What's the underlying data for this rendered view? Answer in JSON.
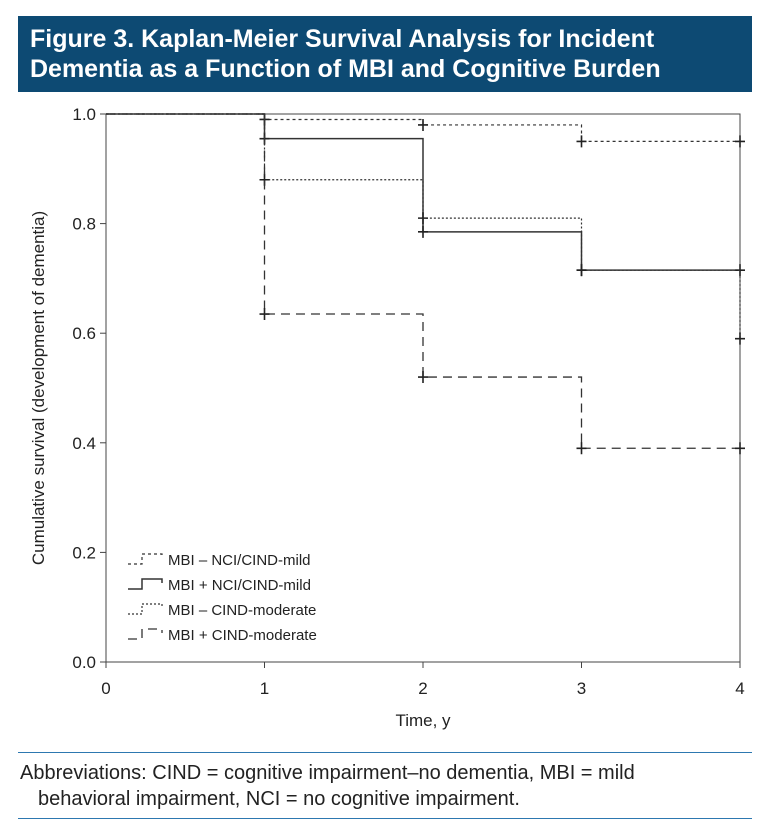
{
  "title": {
    "line1": "Figure 3. Kaplan-Meier Survival Analysis for Incident",
    "line2": "Dementia as a Function of MBI and Cognitive Burden"
  },
  "footnote": {
    "line1": "Abbreviations: CIND = cognitive impairment–no dementia, MBI = mild",
    "line2": "behavioral impairment, NCI = no cognitive impairment."
  },
  "colors": {
    "title_bg": "#0d4a73",
    "rule": "#2d78b0",
    "series": "#333333"
  },
  "chart_data": {
    "type": "line",
    "step": true,
    "xlabel": "Time, y",
    "ylabel": "Cumulative survival (development of dementia)",
    "xlim": [
      0,
      4
    ],
    "ylim": [
      0,
      1
    ],
    "xticks": [
      "0",
      "1",
      "2",
      "3",
      "4"
    ],
    "yticks": [
      "0.0",
      "0.2",
      "0.4",
      "0.6",
      "0.8",
      "1.0"
    ],
    "grid": false,
    "legend_position": "bottom-left",
    "series": [
      {
        "name": "MBI – NCI/CIND-mild",
        "dash": "3,3",
        "width": 1.2,
        "x": [
          0,
          1,
          2,
          3,
          4
        ],
        "y": [
          1.0,
          0.99,
          0.98,
          0.95,
          0.95
        ],
        "censored": [
          [
            1,
            0.99
          ],
          [
            2,
            0.98
          ],
          [
            3,
            0.95
          ],
          [
            4,
            0.95
          ]
        ]
      },
      {
        "name": "MBI + NCI/CIND-mild",
        "dash": "",
        "width": 1.5,
        "x": [
          0,
          1,
          2,
          3,
          4
        ],
        "y": [
          1.0,
          0.955,
          0.785,
          0.715,
          0.715
        ],
        "censored": [
          [
            1,
            0.955
          ],
          [
            2,
            0.785
          ],
          [
            3,
            0.715
          ],
          [
            4,
            0.715
          ]
        ]
      },
      {
        "name": "MBI – CIND-moderate",
        "dash": "2,2",
        "width": 1.2,
        "x": [
          0,
          1,
          2,
          3,
          4
        ],
        "y": [
          1.0,
          0.88,
          0.81,
          0.715,
          0.59
        ],
        "censored": [
          [
            1,
            0.88
          ],
          [
            2,
            0.81
          ],
          [
            3,
            0.715
          ],
          [
            4,
            0.59
          ]
        ]
      },
      {
        "name": "MBI + CIND-moderate",
        "dash": "9,6",
        "width": 1.3,
        "x": [
          0,
          1,
          2,
          3,
          4
        ],
        "y": [
          1.0,
          0.635,
          0.52,
          0.39,
          0.39
        ],
        "censored": [
          [
            1,
            0.635
          ],
          [
            2,
            0.52
          ],
          [
            3,
            0.39
          ],
          [
            4,
            0.39
          ]
        ]
      }
    ]
  }
}
